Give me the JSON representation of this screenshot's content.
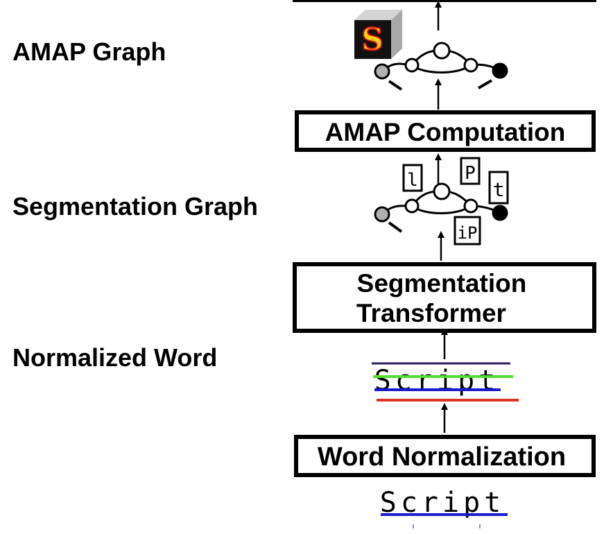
{
  "labels": {
    "amap_graph": "AMAP Graph",
    "segmentation_graph": "Segmentation Graph",
    "normalized_word": "Normalized Word"
  },
  "boxes": {
    "amap_computation": "AMAP Computation",
    "segmentation_transformer_line1": "Segmentation",
    "segmentation_transformer_line2": "Transformer",
    "word_normalization": "Word Normalization"
  },
  "handwriting": {
    "normalized_word": "Script",
    "input_word": "Script"
  },
  "segments": {
    "seg1": "l",
    "seg2": "P",
    "seg3": "t",
    "seg4": "iP"
  },
  "colors": {
    "start_node": "#b0b0b0",
    "end_node": "#000000",
    "guide_top": "#2a1a5e",
    "guide_mid": "#55dd33",
    "guide_base": "#1a1acc",
    "guide_bottom": "#dd3322",
    "logo_red": "#cc1111",
    "logo_yellow": "#ffd21a"
  }
}
